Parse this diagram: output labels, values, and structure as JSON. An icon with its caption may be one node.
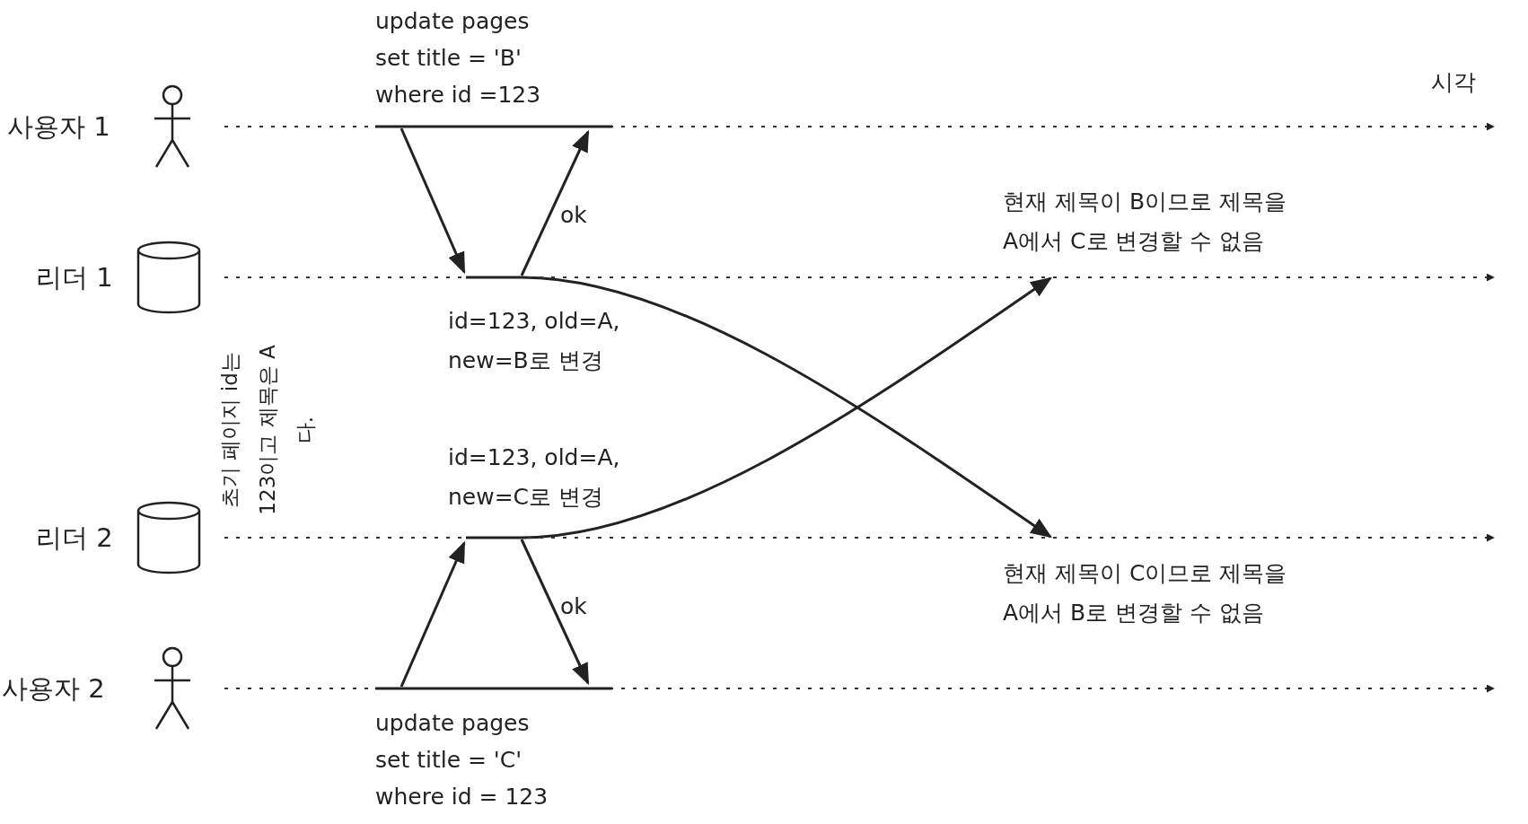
{
  "diagram": {
    "nodes": [
      {
        "text": [
          "사용자 1"
        ]
      },
      {
        "text": [
          "리더 1"
        ]
      },
      {
        "text": [
          "리더 2"
        ]
      },
      {
        "text": [
          "사용자 2"
        ]
      }
    ],
    "edges": [
      {
        "from": 0,
        "to": 1,
        "arrow": "to"
      },
      {
        "from": 1,
        "to": 0,
        "arrow": "to",
        "label": "ok"
      },
      {
        "from": 1,
        "to": 2,
        "arrow": "to",
        "label": "id=123, old=A, new=B로 변경"
      },
      {
        "from": 3,
        "to": 2,
        "arrow": "to"
      },
      {
        "from": 2,
        "to": 3,
        "arrow": "to",
        "label": "ok"
      },
      {
        "from": 2,
        "to": 1,
        "arrow": "to",
        "label": "id=123, old=A, new=C로 변경"
      }
    ],
    "labels": [
      "update pages",
      "set title = 'B'",
      "where id =123",
      "시각",
      "현재 제목이 B이므로 제목을 A에서 C로 변경할 수 없음",
      "초기 페이지 id는 123이고 제목은 A다.",
      "현재 제목이 C이므로 제목을 A에서 B로 변경할 수 없음",
      "update pages",
      "set title = 'C'",
      "where id = 123"
    ]
  }
}
